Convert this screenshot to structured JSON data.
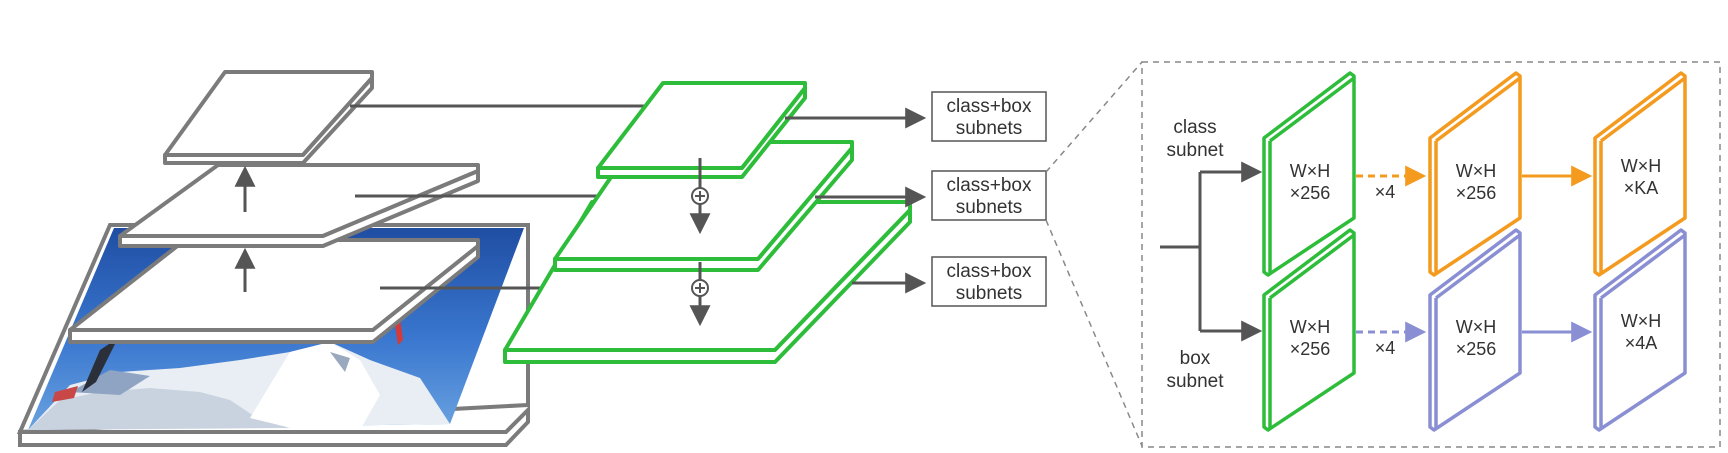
{
  "colors": {
    "gray": "#7b7b7b",
    "arrow": "#555555",
    "green": "#2ebd3a",
    "orange": "#f39a1f",
    "purple": "#8a8fd4",
    "dash": "#888888"
  },
  "image_placeholder": "ski-slope-photo",
  "subnet_boxes": [
    {
      "line1": "class+box",
      "line2": "subnets"
    },
    {
      "line1": "class+box",
      "line2": "subnets"
    },
    {
      "line1": "class+box",
      "line2": "subnets"
    }
  ],
  "detail": {
    "class_label": {
      "line1": "class",
      "line2": "subnet"
    },
    "box_label": {
      "line1": "box",
      "line2": "subnet"
    },
    "class_row": [
      {
        "line1": "W×H",
        "line2": "×256"
      },
      {
        "line1": "W×H",
        "line2": "×256"
      },
      {
        "line1": "W×H",
        "line2": "×KA"
      }
    ],
    "box_row": [
      {
        "line1": "W×H",
        "line2": "×256"
      },
      {
        "line1": "W×H",
        "line2": "×256"
      },
      {
        "line1": "W×H",
        "line2": "×4A"
      }
    ],
    "repeat_class": "×4",
    "repeat_box": "×4"
  }
}
